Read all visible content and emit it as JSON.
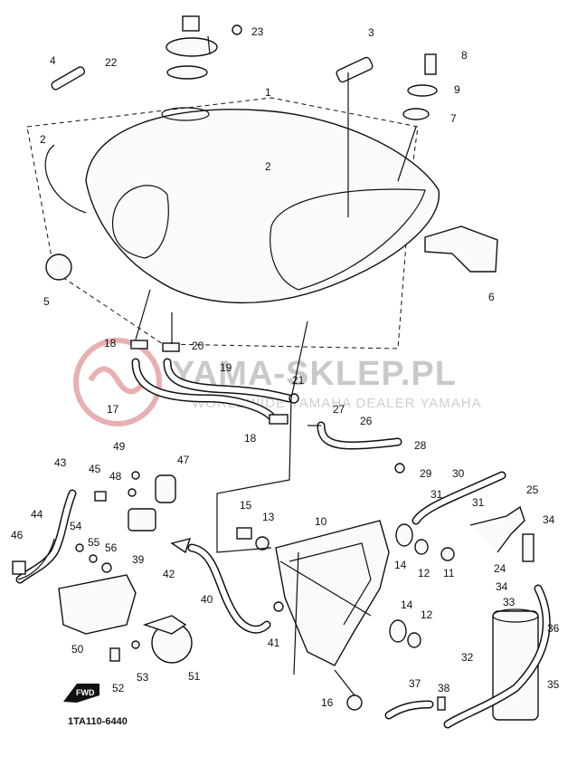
{
  "watermark": {
    "title": "YAMA-SKLEP.PL",
    "subtitle": "WORLDWIDE YAMAHA DEALER YAMAHA"
  },
  "diagram_code": "1TA110-6440",
  "front_arrow": "FWD",
  "callouts": {
    "c1": "1",
    "c2a": "2",
    "c2b": "2",
    "c3": "3",
    "c4": "4",
    "c5": "5",
    "c6": "6",
    "c7": "7",
    "c8": "8",
    "c9": "9",
    "c10": "10",
    "c11": "11",
    "c12a": "12",
    "c12b": "12",
    "c13": "13",
    "c14a": "14",
    "c14b": "14",
    "c15": "15",
    "c16": "16",
    "c17": "17",
    "c18a": "18",
    "c18b": "18",
    "c19": "19",
    "c20": "20",
    "c21": "21",
    "c22": "22",
    "c23": "23",
    "c24": "24",
    "c25": "25",
    "c26": "26",
    "c27": "27",
    "c28": "28",
    "c29": "29",
    "c30": "30",
    "c31a": "31",
    "c31b": "31",
    "c32": "32",
    "c33": "33",
    "c34a": "34",
    "c34b": "34",
    "c35": "35",
    "c36": "36",
    "c37": "37",
    "c38": "38",
    "c39": "39",
    "c40": "40",
    "c41": "41",
    "c42": "42",
    "c43": "43",
    "c44": "44",
    "c45": "45",
    "c46": "46",
    "c47": "47",
    "c48": "48",
    "c49": "49",
    "c50": "50",
    "c51": "51",
    "c52": "52",
    "c53": "53",
    "c54": "54",
    "c55": "55",
    "c56": "56"
  }
}
